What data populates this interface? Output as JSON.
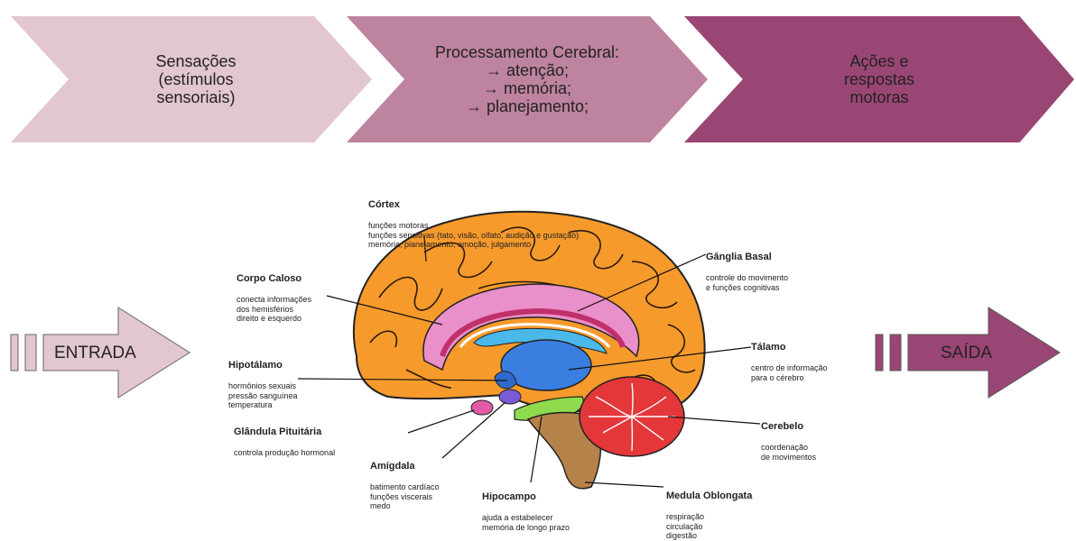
{
  "flow": {
    "step1": "Sensações\n(estímulos\nsensoriais)",
    "step2": "Processamento Cerebral:\n→ atenção;\n→ memória;\n→ planejamento;",
    "step3": "Ações e\nrespostas\nmotoras"
  },
  "input_arrow": {
    "label": "ENTRADA"
  },
  "output_arrow": {
    "label": "SAÍDA"
  },
  "brain_labels": {
    "cortex": {
      "title": "Córtex",
      "desc": "funções motoras\nfunções sensitivas (tato, visão, olfato, audição e gustação)\nmemória, planejamento, emoção, julgamento"
    },
    "corpo_caloso": {
      "title": "Corpo Caloso",
      "desc": "conecta informações\ndos hemisférios\ndireito e esquerdo"
    },
    "ganglia_basal": {
      "title": "Gânglia Basal",
      "desc": "controle do movimento\ne funções cognitivas"
    },
    "talamo": {
      "title": "Tálamo",
      "desc": "centro de informação\npara o cérebro"
    },
    "hipotalamo": {
      "title": "Hipotálamo",
      "desc": "hormônios sexuais\npressão sanguínea\ntemperatura"
    },
    "pituitaria": {
      "title": "Glândula Pituitária",
      "desc": "controla produção hormonal"
    },
    "cerebelo": {
      "title": "Cerebelo",
      "desc": "coordenação\nde movimentos"
    },
    "amigdala": {
      "title": "Amígdala",
      "desc": "batimento cardíaco\nfunções viscerais\nmedo"
    },
    "hipocampo": {
      "title": "Hipocampo",
      "desc": "ajuda a estabelecer\nmemória de longo prazo"
    },
    "medula": {
      "title": "Medula Oblongata",
      "desc": "respiração\ncirculação\ndigestão"
    }
  },
  "colors": {
    "chevron1": "#e2c6d2",
    "chevron2": "#be839f",
    "chevron3": "#9a4674",
    "input_arrow": "#e2c6d2",
    "output_arrow": "#9a4674",
    "cortex": "#f79a2c",
    "cerebellum": "#e3373a",
    "thalamus": "#3a7fe0",
    "corpus_callosum": "#e98fc9",
    "hippocampus": "#8fdb4e",
    "brainstem": "#b5824a"
  }
}
